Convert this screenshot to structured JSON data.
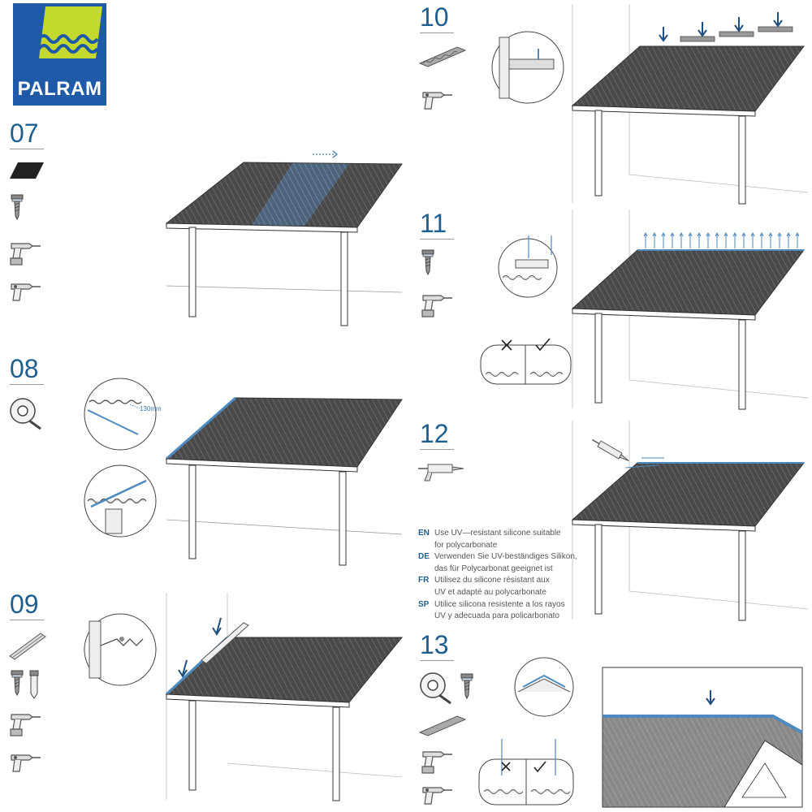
{
  "logo": {
    "brand": "PALRAM",
    "colors": {
      "background": "#1f5aa8",
      "accent": "#c4d92e"
    }
  },
  "steps": [
    {
      "number": "07",
      "tools": [
        "sealing-strip-icon",
        "screw-icon",
        "cordless-drill-icon",
        "drill-icon"
      ]
    },
    {
      "number": "08",
      "tools": [
        "sealing-tape-roll-icon"
      ],
      "detail_label": "130mm"
    },
    {
      "number": "09",
      "tools": [
        "flashing-profile-icon",
        "screw-icon",
        "anchor-plug-icon",
        "cordless-drill-icon",
        "drill-icon"
      ]
    },
    {
      "number": "10",
      "tools": [
        "foam-filler-strip-icon",
        "drill-icon"
      ]
    },
    {
      "number": "11",
      "tools": [
        "screw-icon",
        "cordless-drill-icon"
      ]
    },
    {
      "number": "12",
      "tools": [
        "silicone-gun-icon"
      ]
    },
    {
      "number": "13",
      "tools": [
        "sealing-tape-roll-icon",
        "screw-icon",
        "foam-filler-strip-icon",
        "cordless-drill-icon",
        "drill-icon"
      ]
    }
  ],
  "instructions": [
    {
      "code": "EN",
      "text": "Use UV—resistant silicone suitable\nfor polycarbonate"
    },
    {
      "code": "DE",
      "text": "Verwenden Sie UV-beständiges Silikon,\ndas für Polycarbonat geeignet ist"
    },
    {
      "code": "FR",
      "text": "Utilisez du silicone résistant aux\nUV et adapté au polycarbonate"
    },
    {
      "code": "SP",
      "text": "Utilice silicona resistente a los rayos\nUV y adecuada para policarbonato"
    }
  ],
  "colors": {
    "accent_blue": "#1f5f8f",
    "panel_dark": "#4a4a4a",
    "panel_blue": "#4d6680",
    "line": "#555555"
  }
}
